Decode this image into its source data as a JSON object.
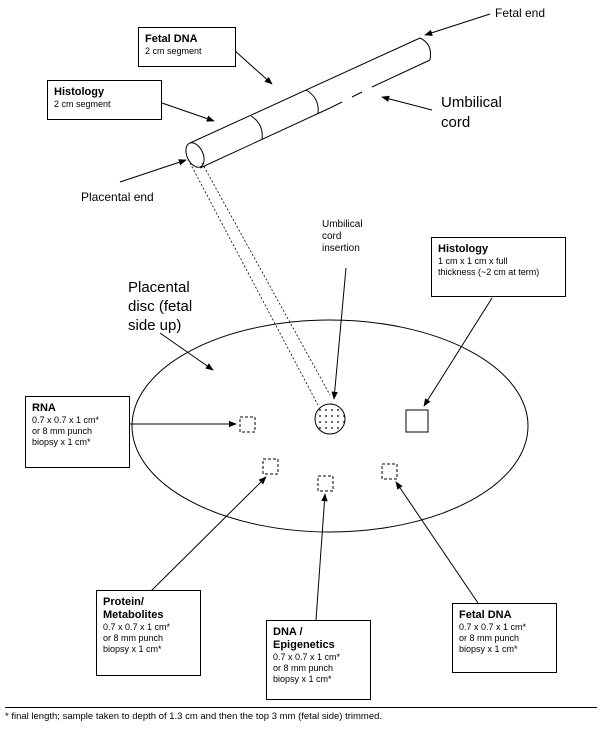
{
  "cord": {
    "fetal_end": "Fetal end",
    "placental_end": "Placental end",
    "title_line1": "Umbilical",
    "title_line2": "cord"
  },
  "disc": {
    "label_line1": "Placental",
    "label_line2": "disc (fetal",
    "label_line3": "side up)",
    "insertion_line1": "Umbilical",
    "insertion_line2": "cord",
    "insertion_line3": "insertion"
  },
  "boxes": {
    "cord_fetal_dna": {
      "title": "Fetal DNA",
      "text": "2 cm segment"
    },
    "cord_histology": {
      "title": "Histology",
      "text": "2 cm segment"
    },
    "disc_histology": {
      "title": "Histology",
      "text": "1 cm x 1 cm x full\nthickness (~2 cm at term)"
    },
    "rna": {
      "title": "RNA",
      "text": "0.7 x 0.7 x 1 cm*\nor 8 mm punch\nbiopsy x 1 cm*"
    },
    "protein": {
      "title": "Protein/\nMetabolites",
      "text": "0.7 x 0.7 x 1 cm*\nor 8 mm punch\nbiopsy x 1 cm*"
    },
    "dna_epi": {
      "title": "DNA /\nEpigenetics",
      "text": "0.7 x 0.7 x 1 cm*\nor 8 mm punch\nbiopsy x 1 cm*"
    },
    "disc_fetal_dna": {
      "title": "Fetal DNA",
      "text": "0.7 x 0.7 x 1 cm*\nor 8 mm punch\nbiopsy x 1 cm*"
    }
  },
  "footnote": "* final length; sample taken to depth of 1.3 cm and then the top 3 mm (fetal side) trimmed."
}
